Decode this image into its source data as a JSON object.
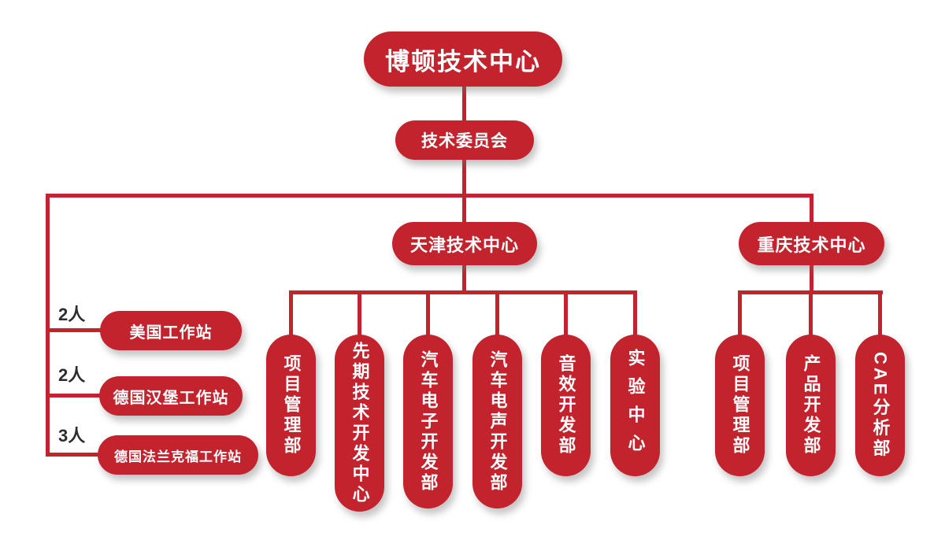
{
  "palette": {
    "brand_red": "#C2232D",
    "text_on_red": "#FFFFFF",
    "text_dark": "#2D2D2D",
    "background": "#FFFFFF"
  },
  "root": {
    "label": "博顿技术中心"
  },
  "committee": {
    "label": "技术委员会"
  },
  "overseas": {
    "items": [
      {
        "count": "2人",
        "label": "美国工作站"
      },
      {
        "count": "2人",
        "label": "德国汉堡工作站"
      },
      {
        "count": "3人",
        "label": "德国法兰克福工作站"
      }
    ]
  },
  "tianjin": {
    "label": "天津技术中心",
    "children": [
      {
        "label": "项目管理部"
      },
      {
        "label": "先期技术开发中心"
      },
      {
        "label": "汽车电子开发部"
      },
      {
        "label": "汽车电声开发部"
      },
      {
        "label": "音效开发部"
      },
      {
        "label": "实验中心"
      }
    ]
  },
  "chongqing": {
    "label": "重庆技术中心",
    "children": [
      {
        "label": "项目管理部"
      },
      {
        "label": "产品开发部"
      },
      {
        "label": "CAE分析部"
      }
    ]
  }
}
